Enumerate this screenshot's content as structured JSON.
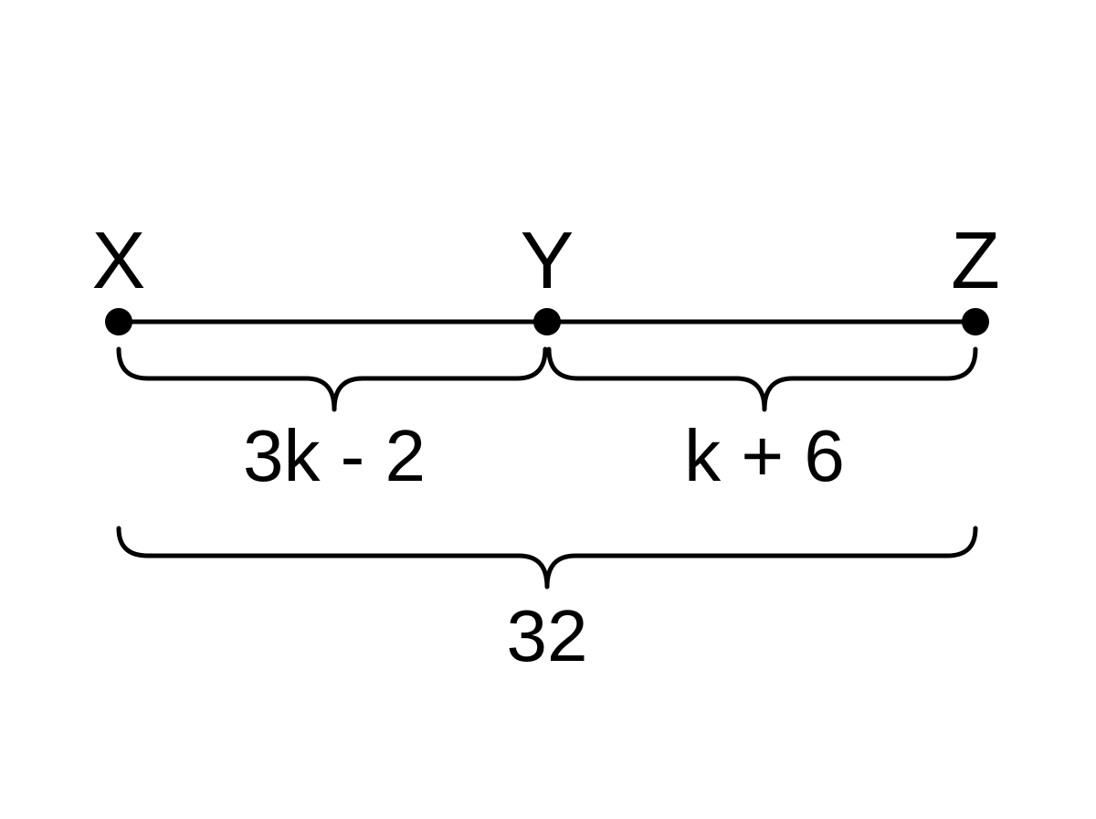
{
  "points": [
    {
      "id": "X",
      "label": "X"
    },
    {
      "id": "Y",
      "label": "Y"
    },
    {
      "id": "Z",
      "label": "Z"
    }
  ],
  "segments": {
    "xy": {
      "label": "3k - 2"
    },
    "yz": {
      "label": "k + 6"
    },
    "xz": {
      "label": "32"
    }
  }
}
